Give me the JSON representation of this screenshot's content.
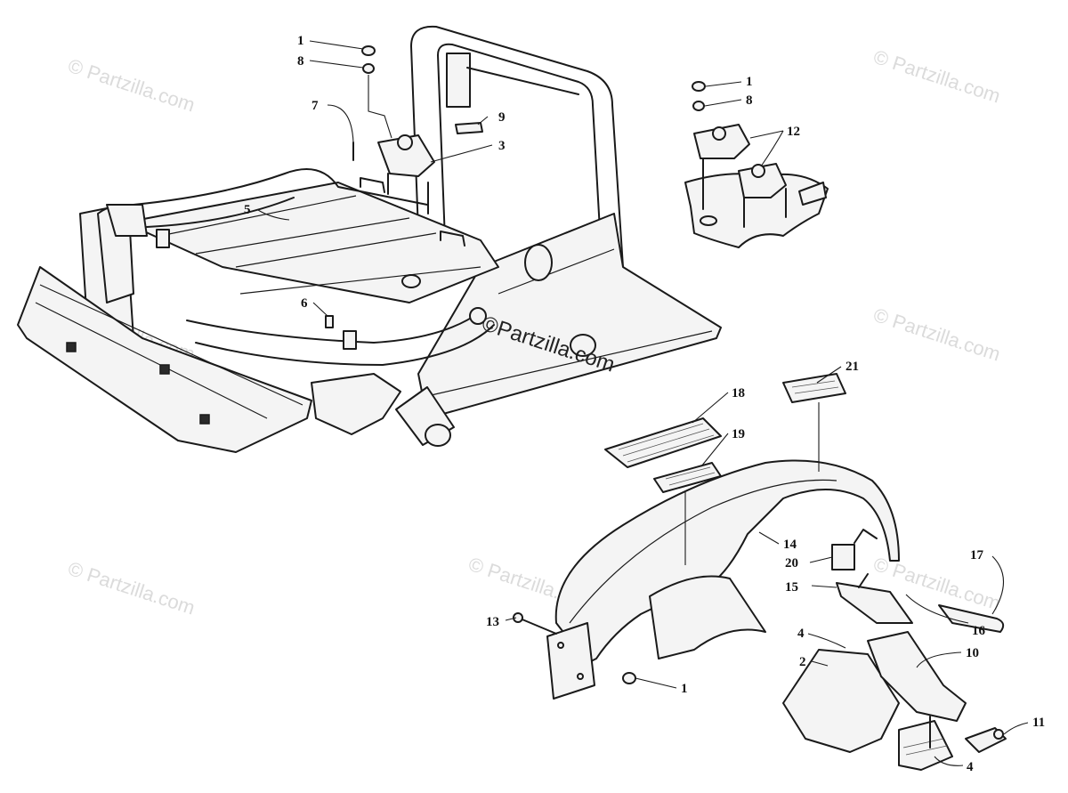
{
  "watermarks": {
    "tl": "© Partzilla.com",
    "tr": "© Partzilla.com",
    "mr": "© Partzilla.com",
    "ml": "© Partzilla.com",
    "bl": "© Partzilla.com",
    "bm": "© Partzilla.com",
    "br": "© Partzilla.com",
    "center": "©Partzilla.com"
  },
  "callouts": {
    "c1_top": "1",
    "c8_top": "8",
    "c7": "7",
    "c9": "9",
    "c3": "3",
    "c5": "5",
    "c6": "6",
    "c1_right": "1",
    "c8_right": "8",
    "c12": "12",
    "c21": "21",
    "c18": "18",
    "c19": "19",
    "c14": "14",
    "c20": "20",
    "c15": "15",
    "c17": "17",
    "c16": "16",
    "c13": "13",
    "c1_bottom": "1",
    "c4_top": "4",
    "c2": "2",
    "c10": "10",
    "c11": "11",
    "c4_bottom": "4"
  }
}
